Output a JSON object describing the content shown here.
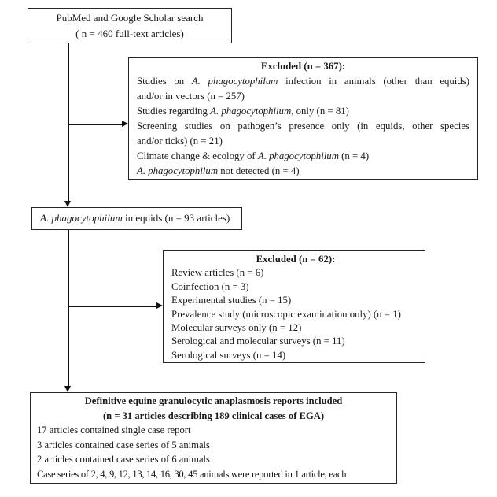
{
  "colors": {
    "background": "#ffffff",
    "box_border": "#262626",
    "text": "#1a1a1a",
    "connector": "#111111"
  },
  "boxes": {
    "search": {
      "lines": [
        {
          "c": true,
          "s": [
            {
              "t": "PubMed and Google Scholar search"
            }
          ]
        },
        {
          "c": true,
          "s": [
            {
              "t": "( n = 460 full-text articles)"
            }
          ]
        }
      ]
    },
    "excluded1": {
      "lines": [
        {
          "b": true,
          "c": true,
          "s": [
            {
              "t": "Excluded (n = 367):"
            }
          ]
        },
        {
          "j": true,
          "s": [
            {
              "t": "Studies on "
            },
            {
              "t": "A. phagocytophilum",
              "i": true
            },
            {
              "t": " infection in animals (other than equids)"
            }
          ]
        },
        {
          "s": [
            {
              "t": "and/or in vectors (n = 257)"
            }
          ]
        },
        {
          "s": [
            {
              "t": "Studies regarding "
            },
            {
              "t": "A. phagocytophilum",
              "i": true
            },
            {
              "t": ", only (n = 81)"
            }
          ]
        },
        {
          "j": true,
          "s": [
            {
              "t": "Screening studies on pathogen’s presence only (in equids, other species"
            }
          ]
        },
        {
          "s": [
            {
              "t": "and/or ticks) (n = 21)"
            }
          ]
        },
        {
          "s": [
            {
              "t": "Climate change & ecology of "
            },
            {
              "t": "A. phagocytophilum",
              "i": true
            },
            {
              "t": " (n = 4)"
            }
          ]
        },
        {
          "s": [
            {
              "t": "A. phagocytophilum",
              "i": true
            },
            {
              "t": " not detected (n = 4)"
            }
          ]
        }
      ]
    },
    "equids": {
      "lines": [
        {
          "s": [
            {
              "t": "A. phagocytophilum",
              "i": true
            },
            {
              "t": " in equids (n = 93 articles)"
            }
          ]
        }
      ]
    },
    "excluded2": {
      "lines": [
        {
          "b": true,
          "c": true,
          "s": [
            {
              "t": "Excluded (n = 62):"
            }
          ]
        },
        {
          "s": [
            {
              "t": "Review articles (n = 6)"
            }
          ]
        },
        {
          "s": [
            {
              "t": "Coinfection (n = 3)"
            }
          ]
        },
        {
          "s": [
            {
              "t": "Experimental studies (n = 15)"
            }
          ]
        },
        {
          "s": [
            {
              "t": "Prevalence study (microscopic examination only) (n = 1)"
            }
          ]
        },
        {
          "s": [
            {
              "t": "Molecular surveys only (n = 12)"
            }
          ]
        },
        {
          "s": [
            {
              "t": "Serological and molecular surveys (n = 11)"
            }
          ]
        },
        {
          "s": [
            {
              "t": "Serological surveys (n = 14)"
            }
          ]
        }
      ]
    },
    "included": {
      "lines": [
        {
          "b": true,
          "c": true,
          "s": [
            {
              "t": "Definitive equine granulocytic anaplasmosis reports included"
            }
          ]
        },
        {
          "b": true,
          "c": true,
          "s": [
            {
              "t": "(n = 31 articles describing 189 clinical cases of EGA)"
            }
          ]
        },
        {
          "s": [
            {
              "t": "17 articles contained single case report"
            }
          ]
        },
        {
          "s": [
            {
              "t": "3 articles contained case series of 5 animals"
            }
          ]
        },
        {
          "s": [
            {
              "t": "2 articles contained case series of 6 animals"
            }
          ]
        },
        {
          "tight": true,
          "s": [
            {
              "t": "Case series of 2, 4, 9, 12, 13, 14, 16, 30, 45 animals were reported in 1 article, each"
            }
          ]
        }
      ]
    }
  }
}
